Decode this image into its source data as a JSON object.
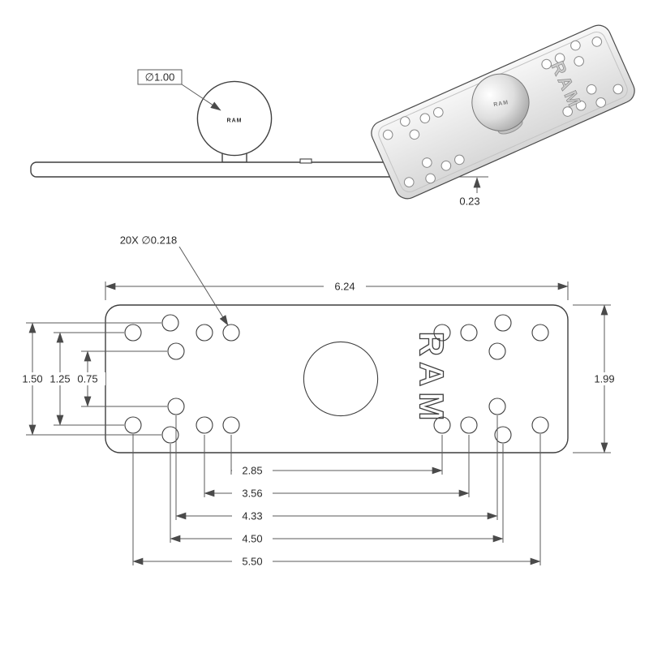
{
  "title": "RAM plate technical drawing",
  "side_view": {
    "ball_diameter": "∅1.00",
    "plate_thickness": "0.23",
    "ball_logo": "RAM"
  },
  "plan_view": {
    "holes_callout": "20X ∅0.218",
    "overall_width": "6.24",
    "overall_height": "1.99",
    "vertical_dims": [
      "1.50",
      "1.25",
      "0.75"
    ],
    "horizontal_dims": [
      "2.85",
      "3.56",
      "4.33",
      "4.50",
      "5.50"
    ],
    "plate_logo": "RAM"
  },
  "iso_view": {
    "ball_logo": "RAM",
    "plate_logo": "RAM"
  }
}
